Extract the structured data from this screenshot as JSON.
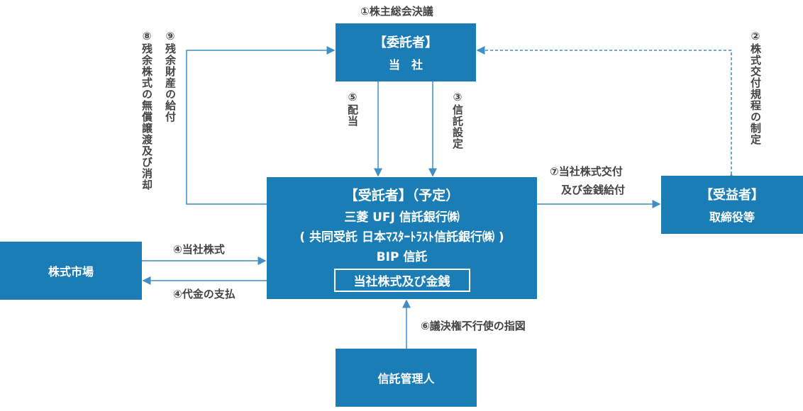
{
  "labels": {
    "shareholder_resolution": "①株主総会決議",
    "establish_rules": "②株式交付規程の制定",
    "trust_setup": "③信託設定",
    "shares_in": "④当社株式",
    "payment": "④代金の支払",
    "dividend": "⑤配当",
    "voting": "⑥議決権不行使の指図",
    "deliver_line1": "⑦当社株式交付",
    "deliver_line2": "及び金銭給付",
    "free_transfer": "⑧残余株式の無償譲渡及び消却",
    "residual": "⑨残余財産の給付"
  },
  "settlor": {
    "title": "【委託者】",
    "name": "当　社"
  },
  "trustee": {
    "title": "【受託者】（予定）",
    "line1": "三菱 UFJ 信託銀行㈱",
    "line2": "( 共同受託  日本ﾏｽﾀｰﾄﾗｽﾄ信託銀行㈱ )",
    "line3": "BIP 信託",
    "assets": "当社株式及び金銭"
  },
  "beneficiary": {
    "title": "【受益者】",
    "name": "取締役等"
  },
  "market": {
    "name": "株式市場"
  },
  "admin": {
    "name": "信託管理人"
  },
  "colors": {
    "box": "#1a7db5",
    "line": "#3f8fc6"
  }
}
